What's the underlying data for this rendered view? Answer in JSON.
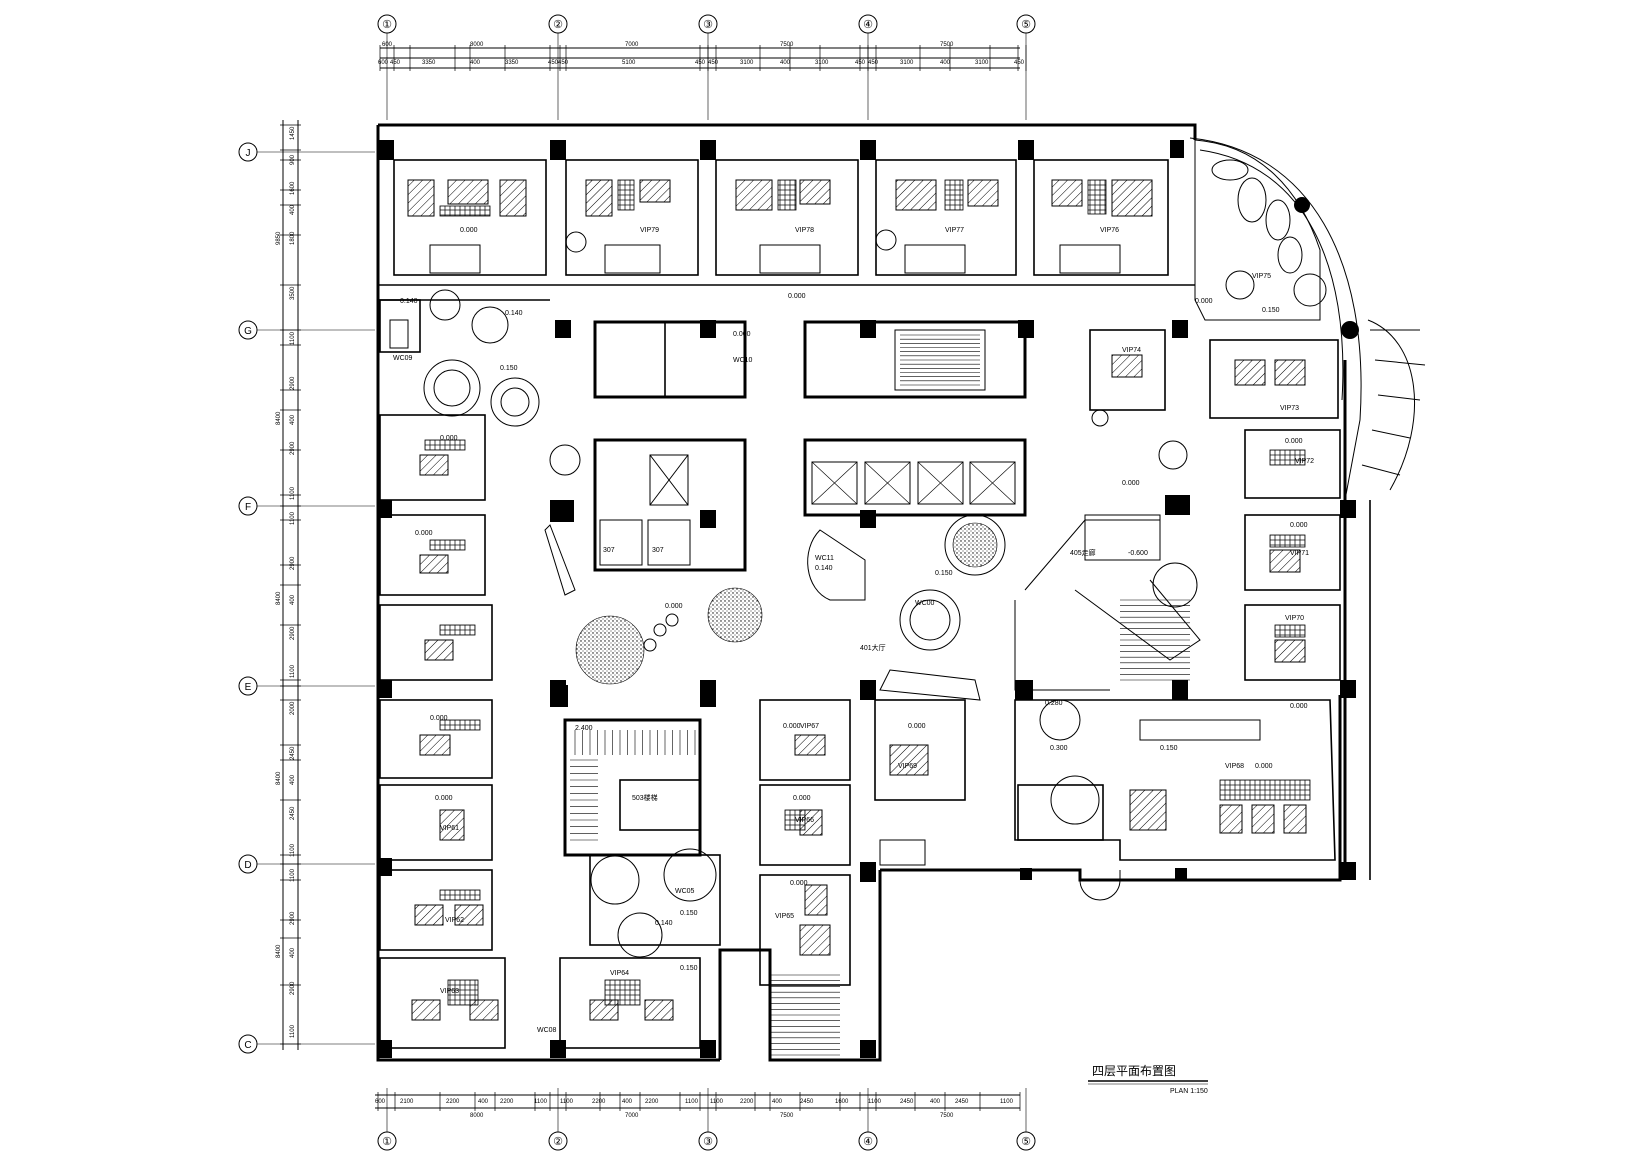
{
  "title": {
    "main": "四层平面布置图",
    "scale": "PLAN 1:150"
  },
  "axes": {
    "columns": [
      "①",
      "②",
      "③",
      "④",
      "⑤"
    ],
    "rows": [
      "J",
      "G",
      "F",
      "E",
      "D",
      "C"
    ]
  },
  "dims": {
    "top_overall": [
      "600",
      "8000",
      "7000",
      "7500",
      "7500"
    ],
    "top_detail": [
      "600",
      "450",
      "3350",
      "400",
      "3350",
      "450",
      "450",
      "5100",
      "450",
      "450",
      "3100",
      "400",
      "3100",
      "450",
      "450",
      "3100",
      "400",
      "3100",
      "450"
    ],
    "bottom_detail": [
      "600",
      "2100",
      "2200",
      "400",
      "2200",
      "1100",
      "1100",
      "2200",
      "400",
      "2200",
      "1100",
      "1100",
      "2200",
      "400",
      "2450",
      "1600",
      "1100",
      "2450",
      "400",
      "2450",
      "1100"
    ],
    "bottom_overall": [
      "8000",
      "7000",
      "7500",
      "7500"
    ],
    "left_detail": [
      "1450",
      "900",
      "1600",
      "400",
      "1800",
      "3500",
      "1100",
      "2900",
      "400",
      "2900",
      "1100",
      "1100",
      "2900",
      "400",
      "2900",
      "1100",
      "2000",
      "2450",
      "400",
      "2450",
      "1100",
      "1100",
      "2900",
      "400",
      "2900",
      "1100"
    ],
    "left_overall": [
      "9850",
      "8400",
      "8400",
      "8400",
      "8400"
    ]
  },
  "rooms": {
    "vip79": "VIP79",
    "vip78": "VIP78",
    "vip77": "VIP77",
    "vip76": "VIP76",
    "vip75": "VIP75",
    "vip74": "VIP74",
    "vip73": "VIP73",
    "vip72": "VIP72",
    "vip71": "VIP71",
    "vip70": "VIP70",
    "vip69": "VIP69",
    "vip68": "VIP68",
    "vip67": "VIP67",
    "vip66": "VIP66",
    "vip65": "VIP65",
    "vip64": "VIP64",
    "vip63": "VIP63",
    "vip62": "VIP62",
    "vip61": "VIP61",
    "wc09": "WC09",
    "wc10": "WC10",
    "wc11": "WC11",
    "wc08": "WC08",
    "wc05": "WC05",
    "wc00": "WC00",
    "r401": "401大厅",
    "r405": "405走廊",
    "r503": "503楼梯",
    "r307a": "307",
    "r307b": "307"
  },
  "levels": {
    "l0": "0.000",
    "l150": "0.150",
    "l140": "0.140",
    "l280": "0.280",
    "l300": "0.300",
    "l2400": "2.400",
    "lneg": "-0.600",
    "l000b": "0.000"
  }
}
